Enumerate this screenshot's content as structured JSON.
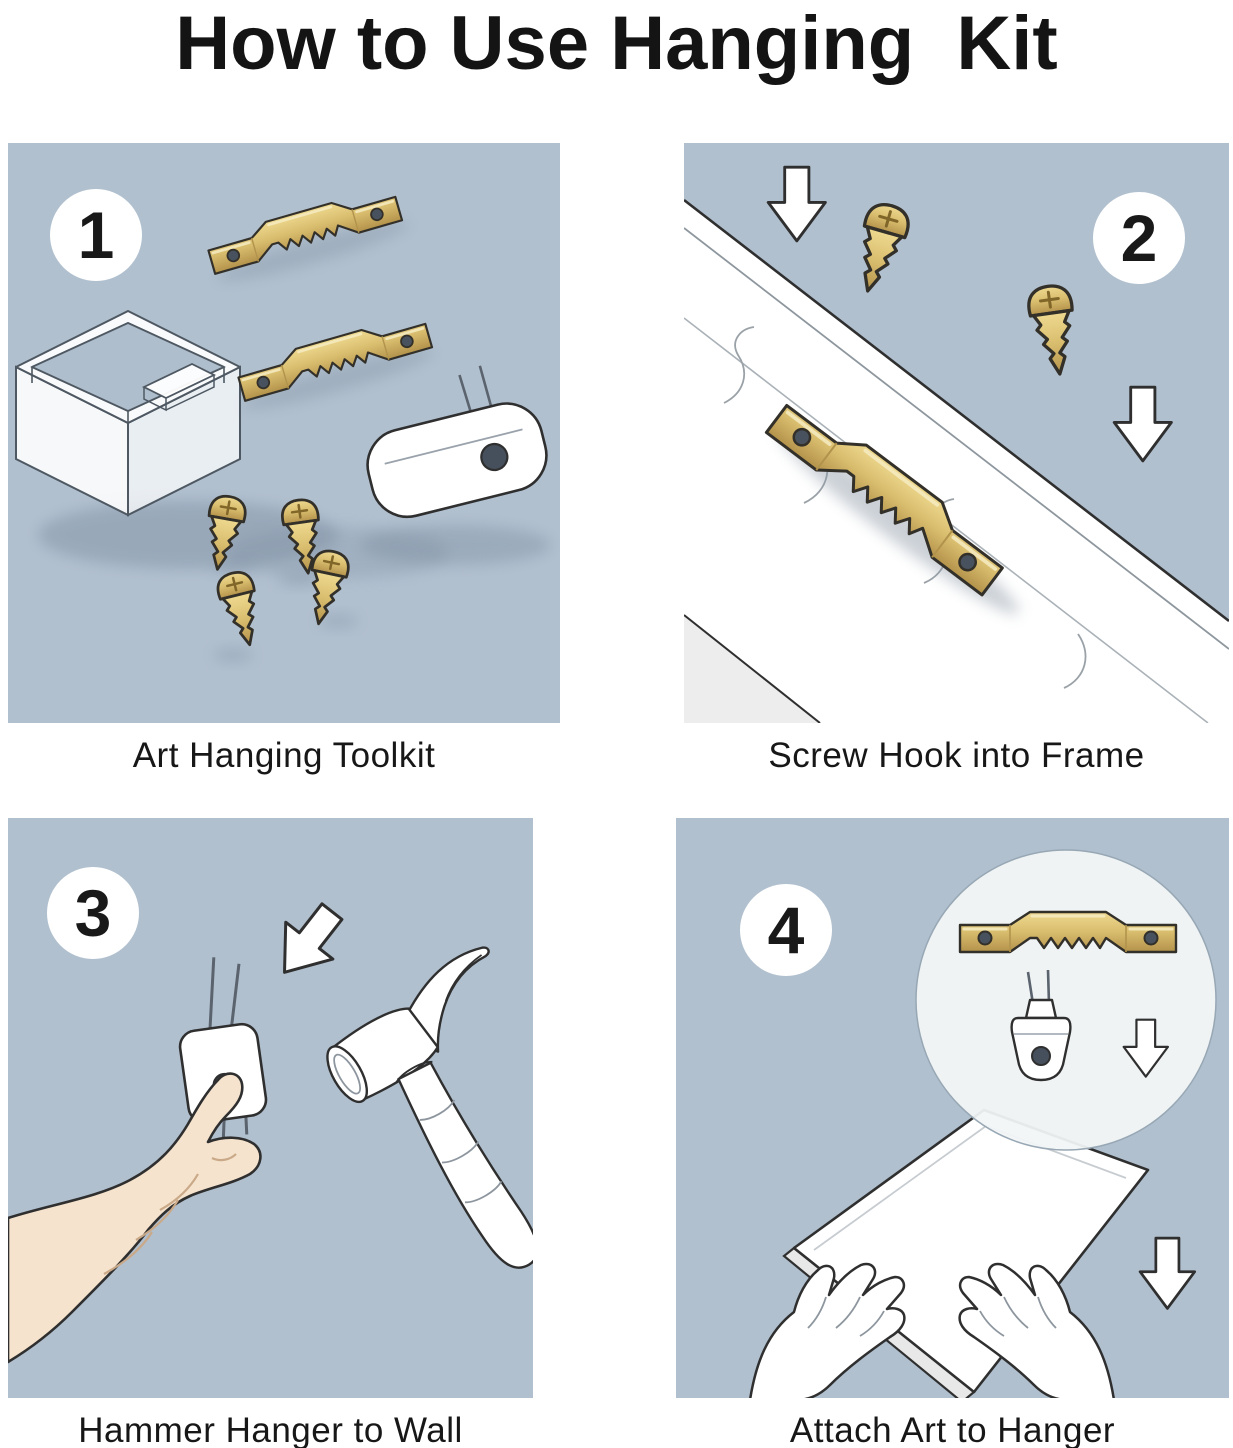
{
  "title": "How to Use Hanging  Kit",
  "steps": [
    {
      "number": "1",
      "caption": "Art Hanging Toolkit"
    },
    {
      "number": "2",
      "caption": "Screw Hook into Frame"
    },
    {
      "number": "3",
      "caption": "Hammer Hanger to Wall"
    },
    {
      "number": "4",
      "caption": "Attach Art to Hanger"
    }
  ],
  "colors": {
    "panel_background": "#b1c0cf",
    "brass": "#d9bd6e",
    "outline": "#2f2f2f",
    "skin": "#f5e3cd",
    "white": "#ffffff"
  }
}
